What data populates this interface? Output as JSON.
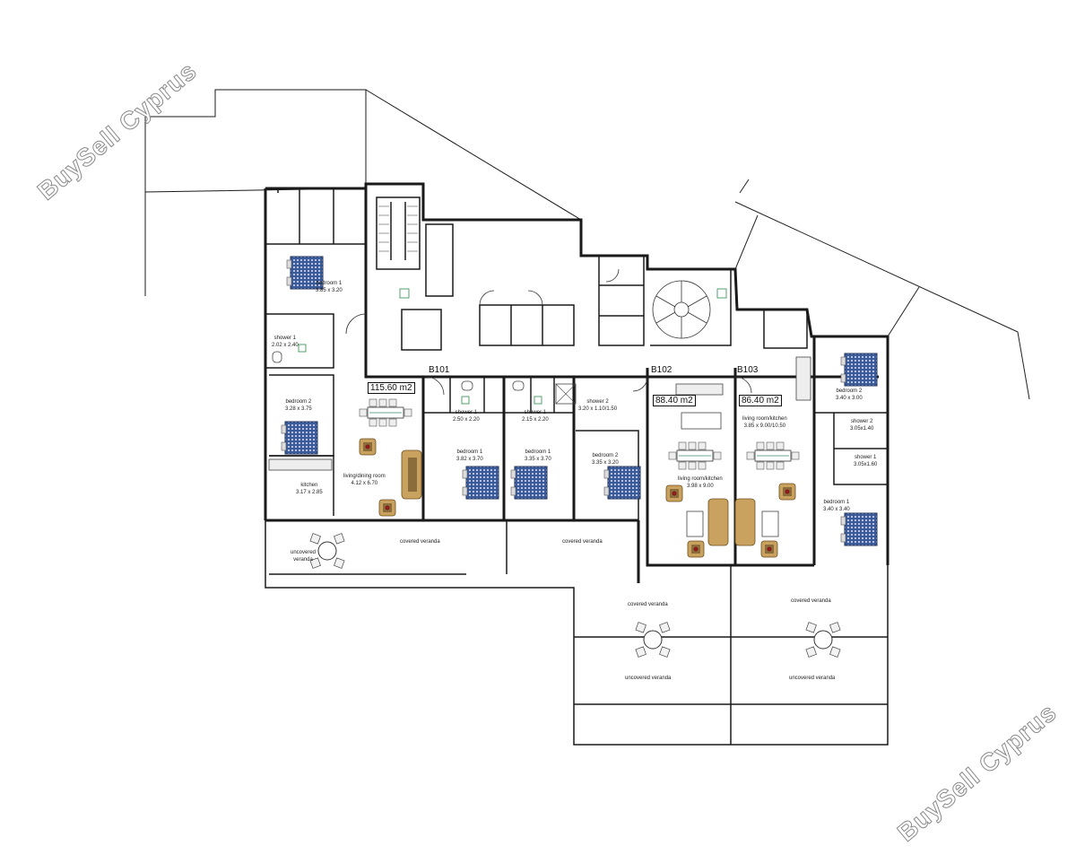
{
  "watermarks": [
    "BuySell Cyprus",
    "BuySell Cyprus"
  ],
  "units": [
    {
      "code": "B101",
      "area": "115.60 m2"
    },
    {
      "code": "B102",
      "area": "88.40 m2"
    },
    {
      "code": "B103",
      "area": "86.40 m2"
    }
  ],
  "rooms": {
    "b101_bedroom1": {
      "name": "bedroom 1",
      "size": "3.85 x 3.20"
    },
    "b101_shower1": {
      "name": "shower 1",
      "size": "2.02 x 2.40"
    },
    "b101_bedroom2": {
      "name": "bedroom 2",
      "size": "3.28 x 3.75"
    },
    "b101_kitchen": {
      "name": "kitchen",
      "size": "3.17 x 2.85"
    },
    "b101_living": {
      "name": "living/dining room",
      "size": "4.12 x 6.70"
    },
    "b102_shower1": {
      "name": "shower 1",
      "size": "2.50 x 2.20"
    },
    "b102_bedroom1": {
      "name": "bedroom 1",
      "size": "3.82 x 3.70"
    },
    "b102_shower1b": {
      "name": "shower 1",
      "size": "2.15 x 2.20"
    },
    "b102_bedroom1b": {
      "name": "bedroom 1",
      "size": "3.35 x 3.70"
    },
    "b102_shower2": {
      "name": "shower 2",
      "size": "3.20 x 1.10/1.50"
    },
    "b102_bedroom2": {
      "name": "bedroom 2",
      "size": "3.35 x 3.20"
    },
    "b102_living": {
      "name": "living room/kitchen",
      "size": "3.98 x 9.00"
    },
    "b103_living": {
      "name": "living room/kitchen",
      "size": "3.85 x 9.00/10.50"
    },
    "b103_bedroom2": {
      "name": "bedroom 2",
      "size": "3.40 x 3.00"
    },
    "b103_shower2": {
      "name": "shower 2",
      "size": "3.05x1.40"
    },
    "b103_shower1": {
      "name": "shower 1",
      "size": "3.05x1.60"
    },
    "b103_bedroom1": {
      "name": "bedroom 1",
      "size": "3.40 x 3.40"
    }
  },
  "verandas": {
    "uncovered_left": "uncovered veranda",
    "covered_left": "covered veranda",
    "covered_mid": "covered veranda",
    "covered_b102": "covered veranda",
    "covered_b103": "covered veranda",
    "uncovered_b102": "uncovered veranda",
    "uncovered_b103": "uncovered veranda"
  },
  "colors": {
    "wall": "#1a1a1a",
    "bed": "#2f4f8f",
    "sofa": "#b08a4a",
    "accent": "#8b1a1a",
    "plant": "#4a7a2a",
    "watermark_outline": "#8a8a8a"
  }
}
